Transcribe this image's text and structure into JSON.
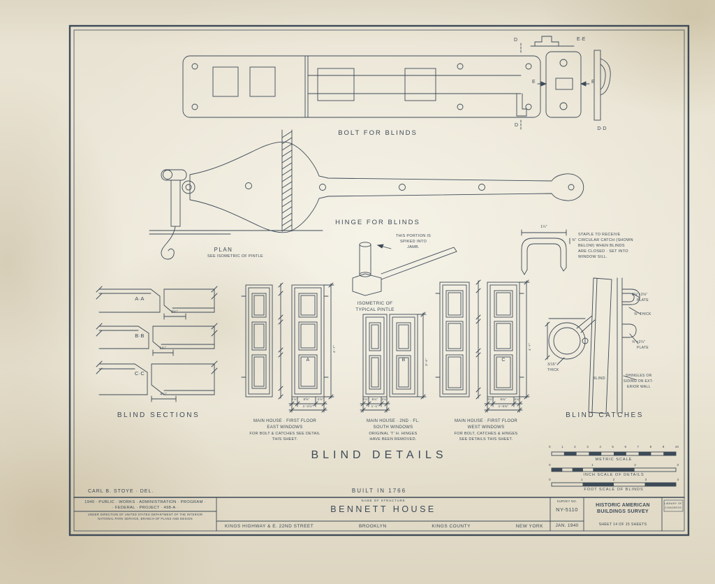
{
  "bolt": {
    "title": "BOLT FOR BLINDS",
    "d_top": "D",
    "d_bottom": "D",
    "dd": "D·D",
    "ee": "E·E",
    "e_left": "E",
    "e_right": "E"
  },
  "hinge": {
    "title": "HINGE FOR BLINDS",
    "plan": "PLAN",
    "plan_note": "SEE ISOMETRIC OF PINTLE"
  },
  "pintle": {
    "note1": "THIS PORTION IS",
    "note2": "SPIKED INTO",
    "note3": "JAMB.",
    "cap1": "ISOMETRIC OF",
    "cap2": "TYPICAL PINTLE"
  },
  "staple": {
    "dim_w": "1¼″",
    "dim_t": "⅜″",
    "n1": "STAPLE TO RECEIVE",
    "n2": "CIRCULAR CATCH (SHOWN",
    "n3": "BELOW) WHEN BLINDS",
    "n4": "ARE CLOSED · SET INTO",
    "n5": "WINDOW SILL."
  },
  "sections": {
    "title": "BLIND SECTIONS",
    "a": "A·A",
    "b": "B·B",
    "c": "C·C",
    "dim_a": "3¼″",
    "dim_b": "1¾″",
    "dim_c": "4¼″"
  },
  "elevs": {
    "e1": {
      "tag": "A",
      "w1": "2⅞″",
      "w2": "8⅝″",
      "w3": "3⅞″",
      "wt": "1′-3⅞″",
      "h": "4′-7″",
      "l1": "MAIN HOUSE · FIRST FLOOR",
      "l2": "EAST WINDOWS",
      "l3": "FOR BOLT & CATCHES SEE DETAIL",
      "l4": "THIS SHEET."
    },
    "e2": {
      "tag": "B",
      "w1": "2¼″",
      "w2": "8¼″",
      "w3": "2¼″",
      "wt": "1′-1″",
      "h": "3′-4″",
      "l1": "MAIN HOUSE · 2ND · FL.",
      "l2": "SOUTH WINDOWS",
      "l3": "ORIGINAL 'T' H. HINGES",
      "l4": "HAVE BEEN REMOVED."
    },
    "e3": {
      "tag": "C",
      "w1": "4¼″",
      "w2": "8¾″",
      "w3": "4¼″",
      "wt": "1′-5⅜″",
      "h": "4′-7″",
      "l1": "MAIN HOUSE · FIRST FLOOR",
      "l2": "WEST WINDOWS",
      "l3": "FOR BOLT, CATCHES & HINGES",
      "l4": "SEE DETAILS THIS SHEET."
    }
  },
  "catches": {
    "title": "BLIND CATCHES",
    "plate1a": "1¼″×2⅛″",
    "plate1b": "PLATE",
    "thick1": "⅜″ THICK",
    "plate2a": "¾″×2¼″",
    "plate2b": "PLATE",
    "thick2a": "3/16″",
    "thick2b": "THICK",
    "blind": "BLIND",
    "wall1": "SHINGLES OR",
    "wall2": "SIDING ON EXT-",
    "wall3": "ERIOR WALL"
  },
  "main_title": "BLIND DETAILS",
  "built": "BUILT IN 1766",
  "delineator": "CARL B. STOYE · DEL.",
  "scales": {
    "metric_label": "METRIC SCALE",
    "metric": [
      "0",
      "1",
      "2",
      "3",
      "4",
      "5",
      "6",
      "7",
      "8",
      "9",
      "10"
    ],
    "inch_label": "INCH SCALE OF DETAILS",
    "inch": [
      "0",
      "1",
      "2",
      "3"
    ],
    "foot_label": "FOOT SCALE OF BLINDS",
    "foot": [
      "0",
      "1",
      "2",
      "3",
      "4"
    ]
  },
  "titleblock": {
    "pwa1": "1940 · PUBLIC · WORKS · ADMINISTRATION · PROGRAM ·",
    "pwa2": "· FEDERAL · PROJECT · 498-A ·",
    "pwa3": "UNDER DIRECTION OF UNITED STATES DEPARTMENT OF THE INTERIOR",
    "pwa4": "NATIONAL PARK SERVICE, BRANCH OF PLANS AND DESIGN",
    "name_label": "NAME OF STRUCTURE",
    "name": "BENNETT HOUSE",
    "addr1": "KINGS HIGHWAY & E. 22ND STREET",
    "addr2": "BROOKLYN",
    "addr3": "KINGS COUNTY",
    "addr4": "NEW YORK",
    "survey_label": "SURVEY NO.",
    "survey_no": "NY-5110",
    "survey_date": "JAN. 1940",
    "habs1": "HISTORIC AMERICAN",
    "habs2": "BUILDINGS SURVEY",
    "sheet": "SHEET 14 OF 15 SHEETS",
    "loc1": "LIBRARY OF",
    "loc2": "CONGRESS"
  },
  "colors": {
    "paper": "#e8e2d2",
    "ink": "#3d4a57"
  }
}
